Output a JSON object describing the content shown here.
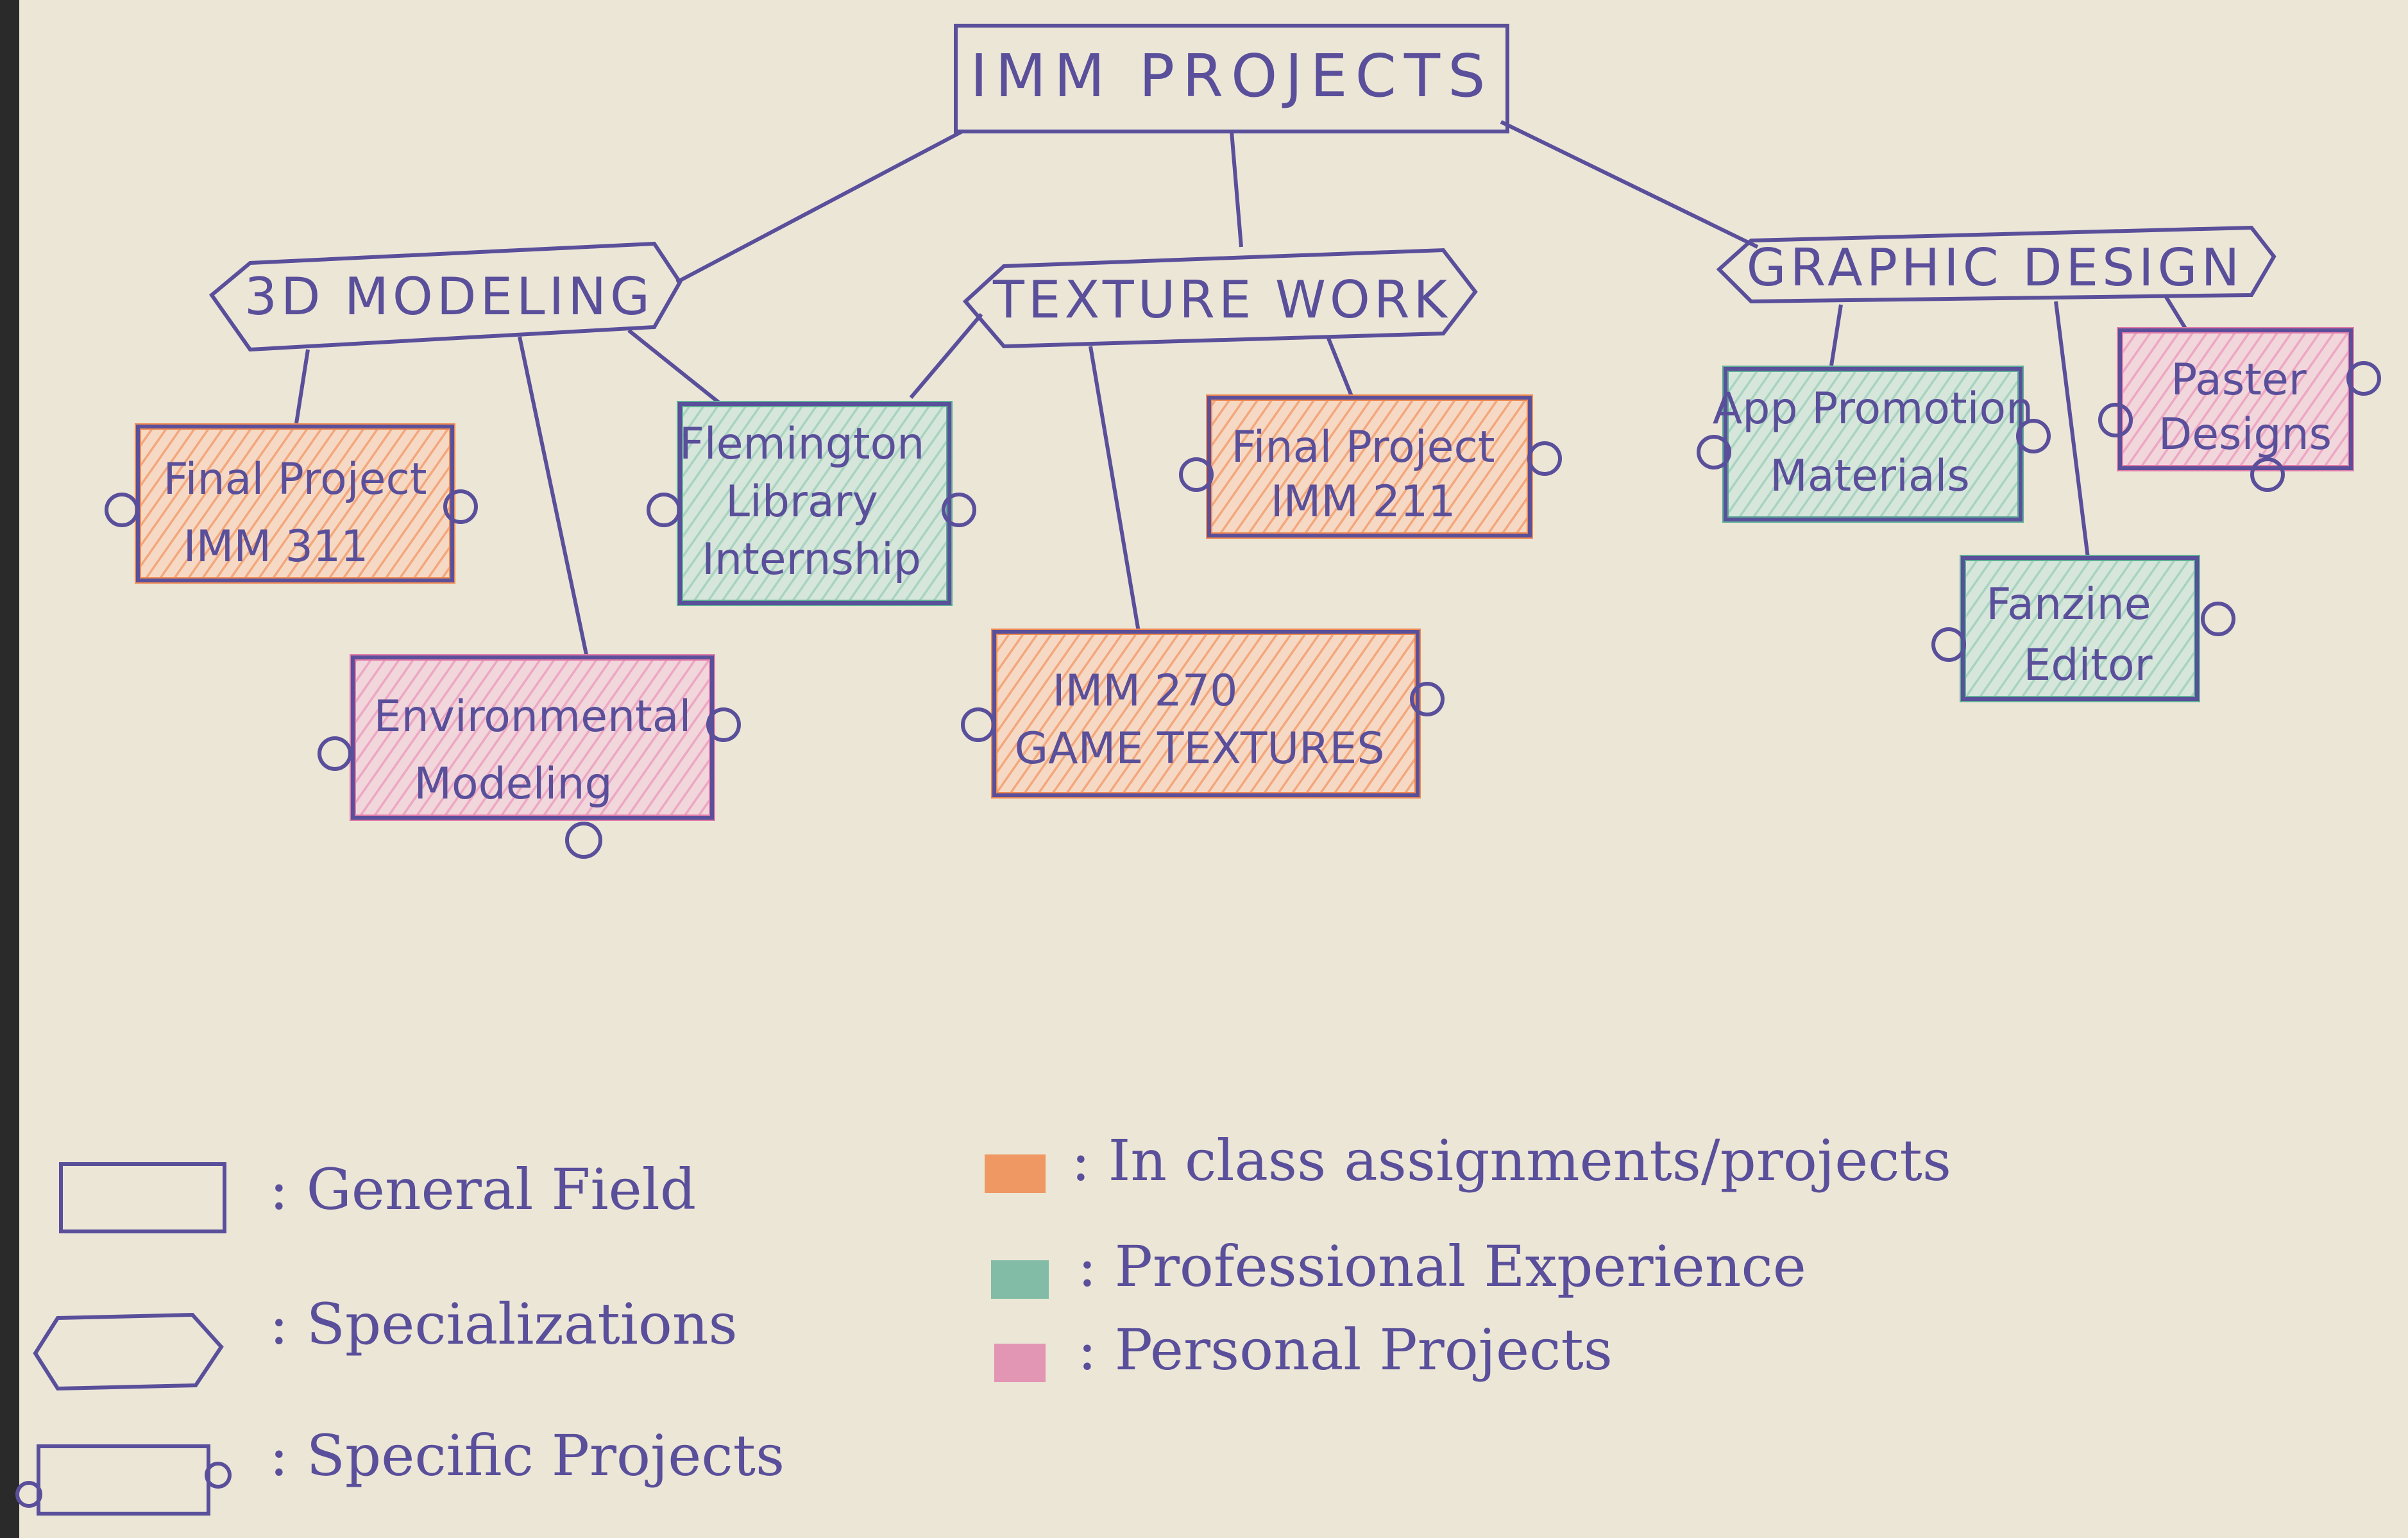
{
  "root": {
    "label": "IMM PROJECTS"
  },
  "specializations": [
    {
      "label": "3D MODELING"
    },
    {
      "label": "TEXTURE WORK"
    },
    {
      "label": "GRAPHIC DESIGN"
    }
  ],
  "projects": [
    {
      "lines": [
        "Final Project",
        "IMM 311"
      ],
      "category": "in-class"
    },
    {
      "lines": [
        "Environmental",
        "Modeling"
      ],
      "category": "personal"
    },
    {
      "lines": [
        "Flemington",
        "Library",
        "Internship"
      ],
      "category": "professional"
    },
    {
      "lines": [
        "IMM 270",
        "GAME TEXTURES"
      ],
      "category": "in-class"
    },
    {
      "lines": [
        "Final Project",
        "IMM 211"
      ],
      "category": "in-class"
    },
    {
      "lines": [
        "App Promotion",
        "Materials"
      ],
      "category": "professional"
    },
    {
      "lines": [
        "Fanzine",
        "Editor"
      ],
      "category": "professional"
    },
    {
      "lines": [
        "Paster",
        "Designs"
      ],
      "category": "personal"
    }
  ],
  "legend": {
    "shapes": [
      {
        "label": ": General Field"
      },
      {
        "label": ": Specializations"
      },
      {
        "label": ": Specific Projects"
      }
    ],
    "colors": [
      {
        "label": ": In class assignments/projects"
      },
      {
        "label": ": Professional Experience"
      },
      {
        "label": ": Personal Projects"
      }
    ]
  },
  "colors": {
    "ink": "#5a4f9a",
    "in_class": "#f08a50",
    "professional": "#5fae96",
    "personal": "#e07aa8",
    "paper": "#ece6d7"
  }
}
